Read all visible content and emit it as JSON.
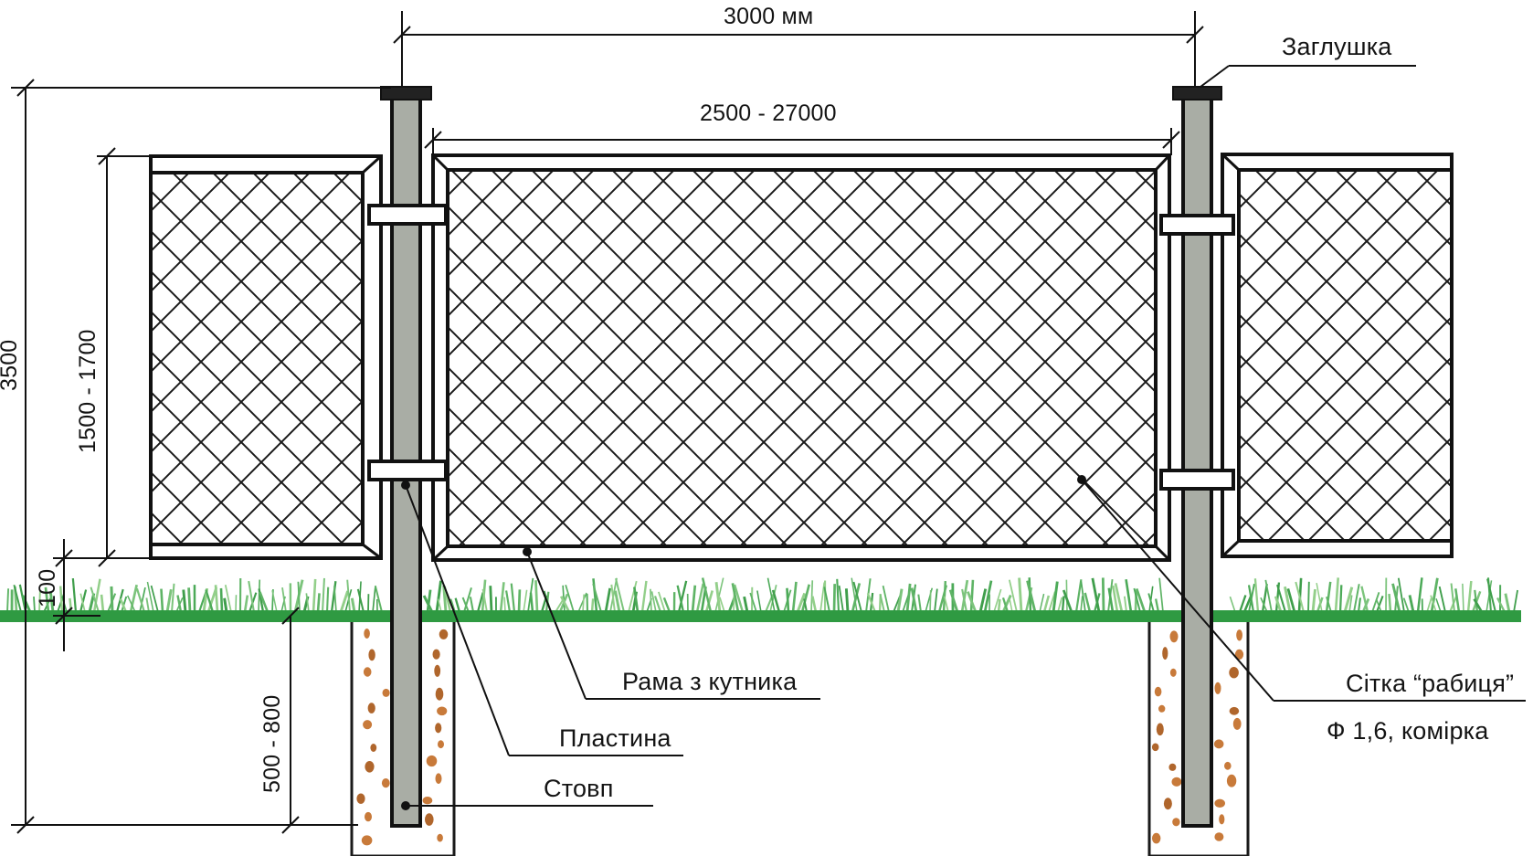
{
  "dimensions": {
    "post_spacing": "3000 мм",
    "panel_width": "2500 - 27000",
    "total_height": "3500",
    "panel_height": "1500 - 1700",
    "ground_gap": "100",
    "post_depth": "500 - 800"
  },
  "callouts": {
    "cap": "Заглушка",
    "frame": "Рама з кутника",
    "plate": "Пластина",
    "post": "Стовп",
    "mesh": "Сітка “рабиця”",
    "mesh_spec": "Ф 1,6, комірка"
  },
  "colors": {
    "line": "#111111",
    "post_fill": "#a9ada5",
    "ground": "#2f9a42",
    "grass": "#6fbf73",
    "gravel": "#c87a3a"
  }
}
